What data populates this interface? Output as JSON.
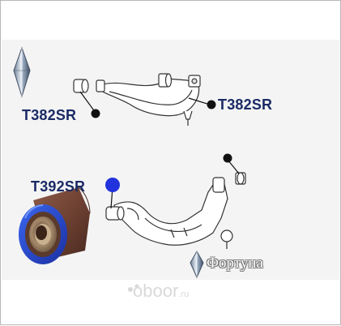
{
  "labels": {
    "upper_left": "T382SR",
    "upper_right": "T382SR",
    "lower": "T392SR"
  },
  "brand": {
    "name": "Фортуна"
  },
  "watermark": {
    "name": "oboor",
    "tld": ".ru"
  },
  "colors": {
    "label_text": "#1a2a66",
    "marker_black": "#111111",
    "marker_blue": "#2233dd",
    "bushing_blue": "#2a4fd0",
    "bushing_brown": "#7a4a3a",
    "panel_bg": "#f4f4f4"
  },
  "icons": {
    "logo_top": "diamond-logo-icon",
    "logo_bottom": "diamond-logo-icon"
  }
}
